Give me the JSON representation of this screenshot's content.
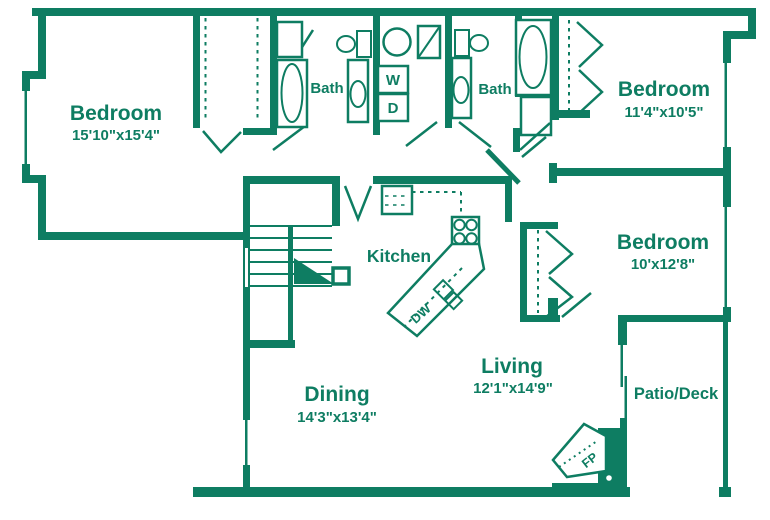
{
  "colors": {
    "ink": "#0e7d62",
    "background": "#ffffff"
  },
  "rooms": {
    "bedroom1": {
      "name": "Bedroom",
      "dims": "15'10\"x15'4\""
    },
    "bedroom2": {
      "name": "Bedroom",
      "dims": "11'4\"x10'5\""
    },
    "bedroom3": {
      "name": "Bedroom",
      "dims": "10'x12'8\""
    },
    "bath1": {
      "name": "Bath"
    },
    "bath2": {
      "name": "Bath"
    },
    "kitchen": {
      "name": "Kitchen"
    },
    "dining": {
      "name": "Dining",
      "dims": "14'3\"x13'4\""
    },
    "living": {
      "name": "Living",
      "dims": "12'1\"x14'9\""
    },
    "patio": {
      "name": "Patio/Deck"
    }
  },
  "appliances": {
    "washer": "W",
    "dryer": "D",
    "dishwasher": "DW",
    "fireplace": "FP"
  }
}
